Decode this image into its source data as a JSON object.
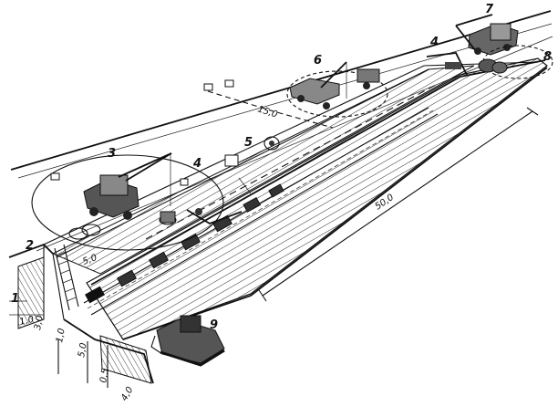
{
  "callouts": {
    "n1": "1",
    "n2": "2",
    "n3": "3",
    "n4a": "4",
    "n4b": "4",
    "n5": "5",
    "n6": "6",
    "n7": "7",
    "n8": "8",
    "n9": "9"
  },
  "dimensions": {
    "d_15": "15,0",
    "d_50": "50,0",
    "d_5a": "5,0",
    "d_1a": "1,0",
    "d_3": "3,0",
    "d_1b": "1,0",
    "d_5b": "5,0",
    "d_05": "0,5",
    "d_4": "4,0"
  }
}
